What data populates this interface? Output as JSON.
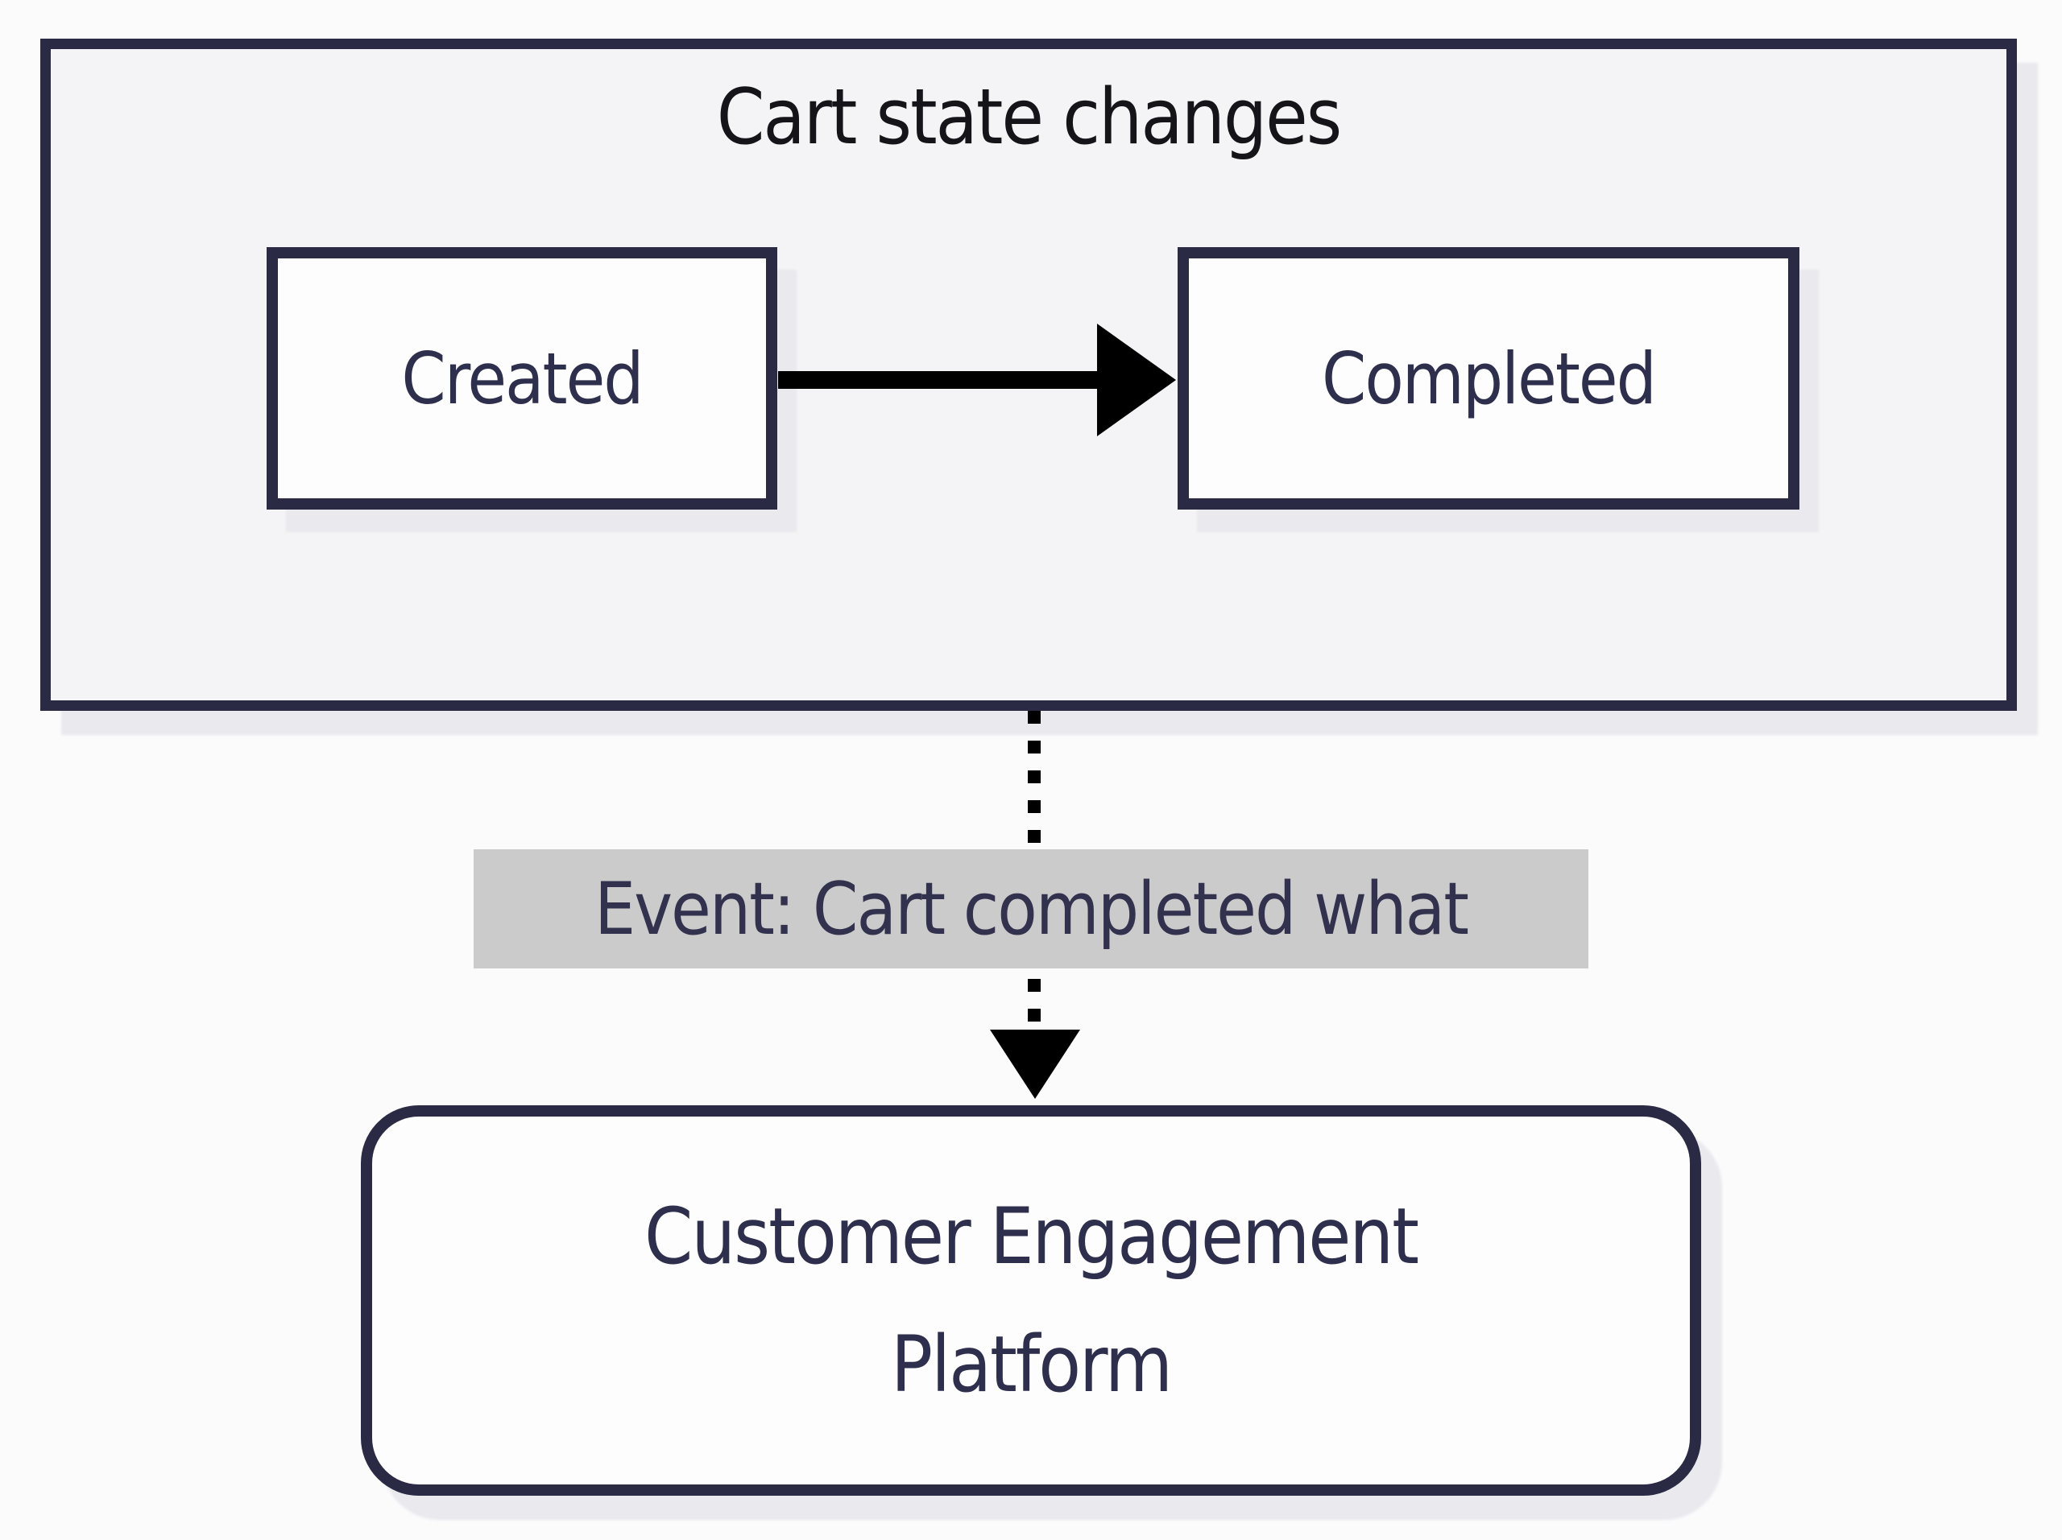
{
  "diagram": {
    "group": {
      "title": "Cart state changes"
    },
    "states": {
      "created": "Created",
      "completed": "Completed"
    },
    "event": {
      "label": "Event: Cart completed what"
    },
    "platform": {
      "label": "Customer Engagement Platform"
    },
    "colors": {
      "page_bg": "#fbfbfc",
      "group_fill": "#f4f4f6",
      "node_fill": "#fdfdfe",
      "border": "#2a2a44",
      "title_text": "#141419",
      "node_text": "#2e2e4d",
      "event_label_bg": "#cbcbcb",
      "event_label_text": "#32324e",
      "arrow": "#000000",
      "shadow": "#e9e9ee"
    }
  }
}
